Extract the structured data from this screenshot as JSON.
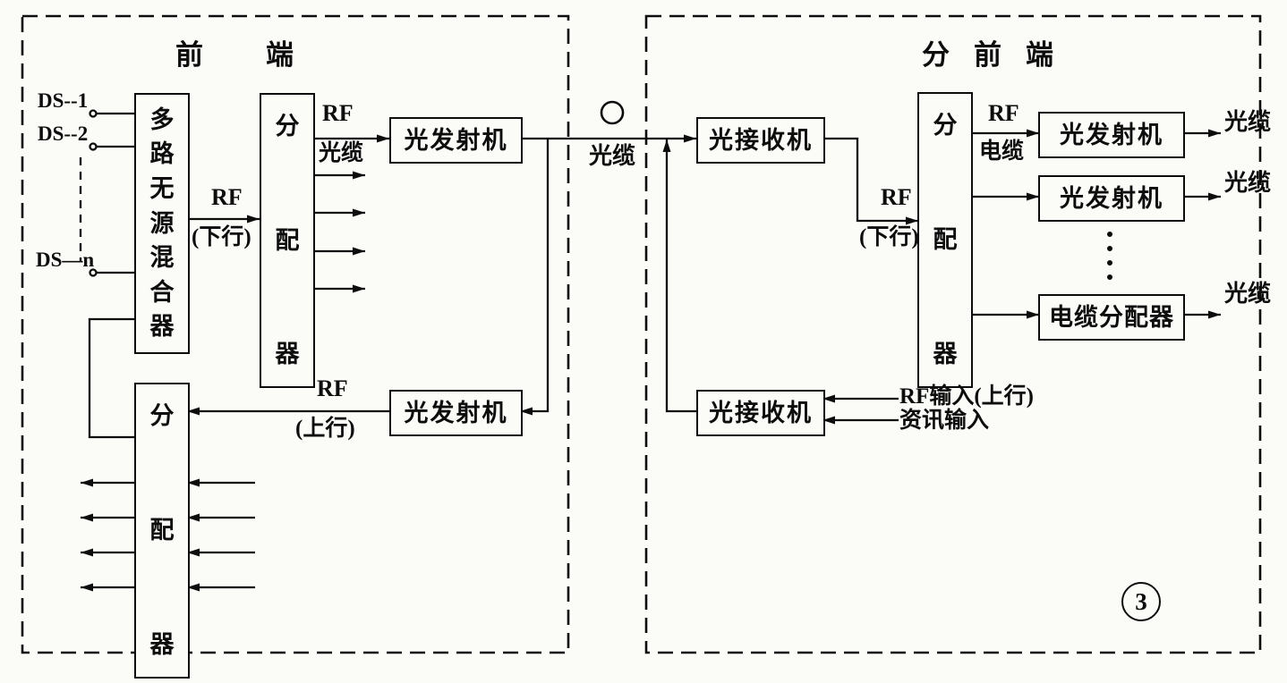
{
  "colors": {
    "ink": "#0d0d0d",
    "paper": "#fbfbf8"
  },
  "titles": {
    "headend": "前端",
    "sub_headend": "分前端"
  },
  "figure_number": "3",
  "headend": {
    "inputs": [
      "DS--1",
      "DS--2",
      "DS—n"
    ],
    "mixer_label": "多路无源混合器",
    "splitter_top_label": "分配器",
    "splitter_bottom_label": "分配器",
    "optical_tx_top_label": "光发射机",
    "optical_tx_bottom_label": "光发射机",
    "rf_downstream": {
      "rf": "RF",
      "note": "(下行)"
    },
    "rf_fiber": {
      "rf": "RF",
      "note": "光缆"
    },
    "rf_upstream": {
      "rf": "RF",
      "note": "(上行)"
    }
  },
  "trunk": {
    "fiber_label": "光缆"
  },
  "sub_headend": {
    "optical_rx_top_label": "光接收机",
    "optical_rx_bottom_label": "光接收机",
    "splitter_label": "分配器",
    "rf_downstream": {
      "rf": "RF",
      "note": "(下行)"
    },
    "rf_cable": {
      "rf": "RF",
      "note": "电缆"
    },
    "optical_tx1_label": "光发射机",
    "optical_tx2_label": "光发射机",
    "cable_splitter_label": "电缆分配器",
    "fiber_outputs": [
      "光缆",
      "光缆",
      "光缆"
    ],
    "rf_input_upstream_label": "RF输入(上行)",
    "info_input_label": "资讯输入"
  }
}
